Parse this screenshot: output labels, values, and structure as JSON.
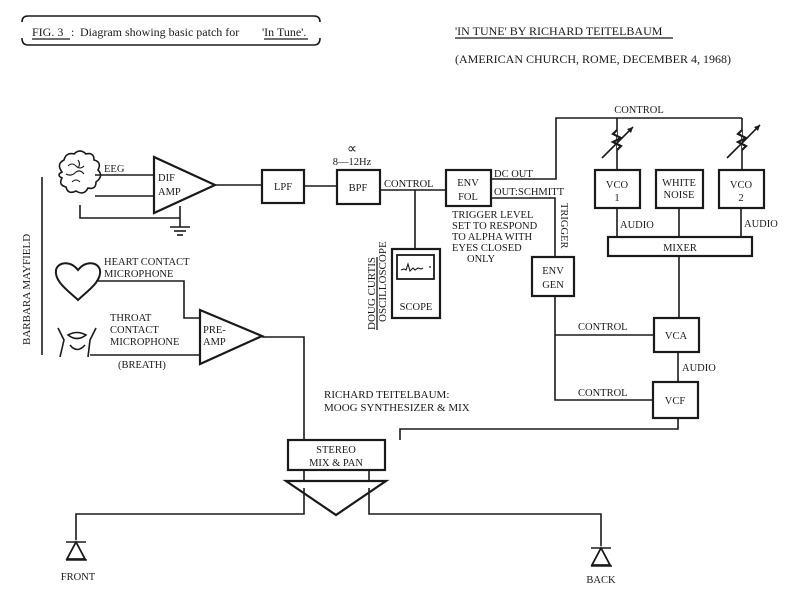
{
  "caption": {
    "fig_label": "FIG. 3",
    "fig_separator": ":",
    "text": "Diagram showing basic patch for ",
    "work_title": "'In Tune'."
  },
  "header": {
    "title_line": "'IN TUNE' BY RICHARD TEITELBAUM",
    "subtitle_line": "(AMERICAN CHURCH, ROME, DECEMBER 4, 1968)"
  },
  "performers": {
    "performer_1": "BARBARA MAYFIELD",
    "operator_1_line1": "DOUG CURTIS",
    "operator_1_line2": "OSCILLOSCOPE",
    "operator_2_line1": "RICHARD TEITELBAUM:",
    "operator_2_line2": "MOOG SYNTHESIZER & MIX"
  },
  "inputs": {
    "eeg": "EEG",
    "heart_line1": "HEART CONTACT",
    "heart_line2": "MICROPHONE",
    "throat_line1": "THROAT",
    "throat_line2": "CONTACT",
    "throat_line3": "MICROPHONE",
    "throat_line4": "(BREATH)"
  },
  "blocks": {
    "dif_amp_1": "DIF",
    "dif_amp_2": "AMP",
    "pre_amp_1": "PRE-",
    "pre_amp_2": "AMP",
    "lpf": "LPF",
    "bpf": "BPF",
    "env_fol_1": "ENV",
    "env_fol_2": "FOL",
    "scope": "SCOPE",
    "env_gen_1": "ENV",
    "env_gen_2": "GEN",
    "vco1_1": "VCO",
    "vco1_2": "1",
    "white_noise_1": "WHITE",
    "white_noise_2": "NOISE",
    "vco2_1": "VCO",
    "vco2_2": "2",
    "mixer": "MIXER",
    "vca": "VCA",
    "vcf": "VCF",
    "stereo_1": "STEREO",
    "stereo_2": "MIX & PAN"
  },
  "signal_labels": {
    "alpha_symbol": "∝",
    "bpf_range": "8—12Hz",
    "control_bpf": "CONTROL",
    "dc_out": "DC OUT",
    "out_schmitt": "OUT:SCHMITT",
    "trigger": "TRIGGER",
    "control_top": "CONTROL",
    "audio_vco1": "AUDIO",
    "audio_vco2": "AUDIO",
    "control_vca": "CONTROL",
    "control_vcf": "CONTROL",
    "audio_vca_vcf": "AUDIO"
  },
  "notes": {
    "trigger_note_1": "TRIGGER LEVEL",
    "trigger_note_2": "SET TO RESPOND",
    "trigger_note_3": "TO ALPHA WITH",
    "trigger_note_4": "EYES CLOSED",
    "trigger_note_5": "ONLY"
  },
  "outputs": {
    "front": "FRONT",
    "back": "BACK"
  }
}
